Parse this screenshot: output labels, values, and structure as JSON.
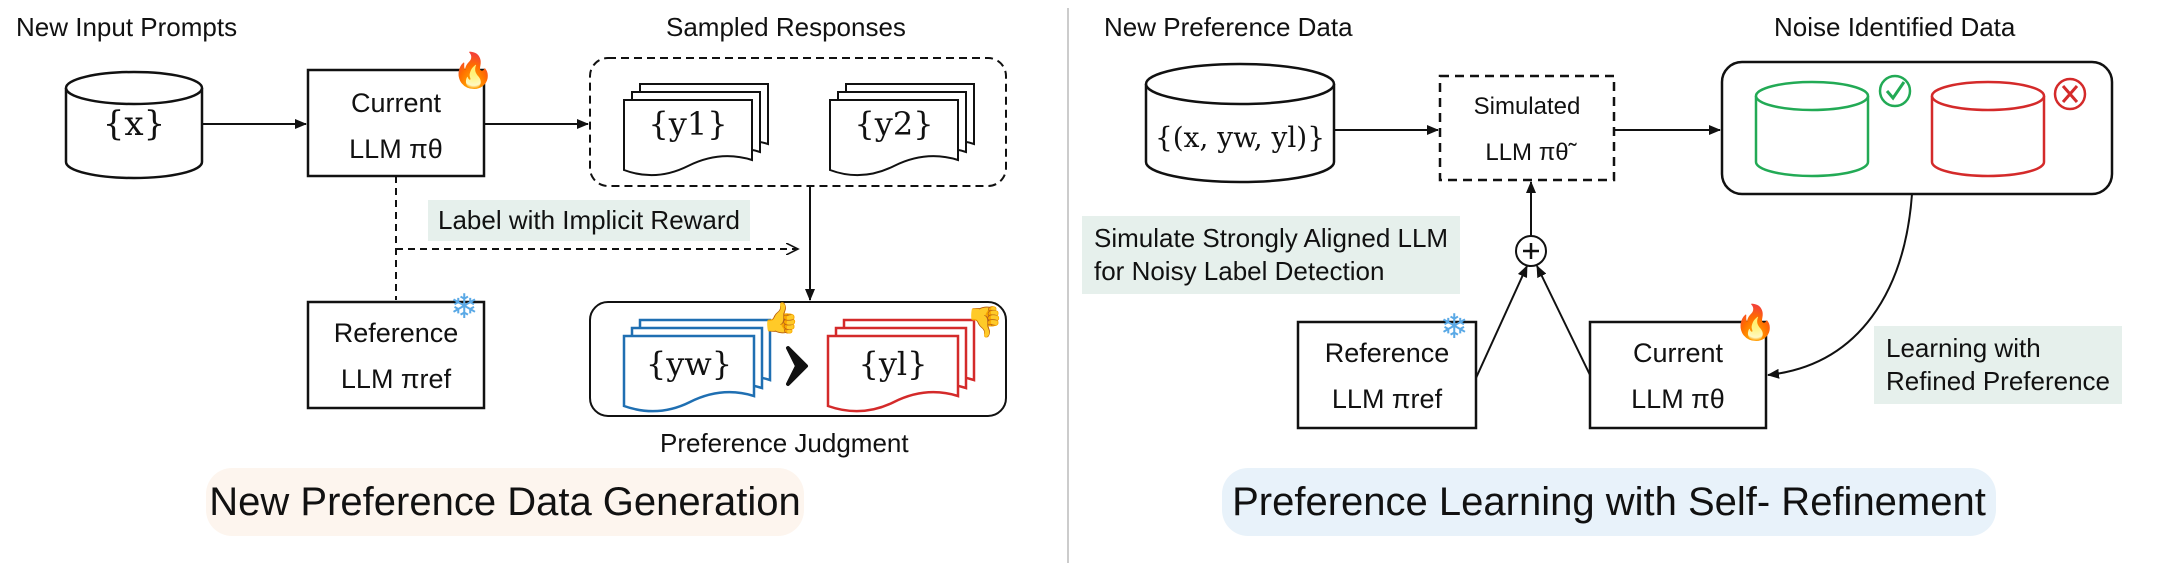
{
  "left": {
    "label_new_input_prompts": "New Input Prompts",
    "label_sampled_responses": "Sampled Responses",
    "current_llm": {
      "line1": "Current",
      "line2": "LLM πθ"
    },
    "reference_llm": {
      "line1": "Reference",
      "line2": "LLM πref"
    },
    "prompt_db": "{x}",
    "response_1": "{y1}",
    "response_2": "{y2}",
    "implicit_reward_note": "Label with Implicit Reward",
    "winner": "{yw}",
    "loser": "{yl}",
    "label_preference_judgment": "Preference Judgment",
    "title": "New Preference Data Generation"
  },
  "right": {
    "label_new_preference_data": "New Preference Data",
    "label_noise_identified": "Noise Identified Data",
    "preference_db": "{(x, yw, yl)}",
    "simulated_llm": {
      "line1": "Simulated",
      "line2": "LLM πθ̃"
    },
    "simulate_note_line1": "Simulate Strongly Aligned LLM",
    "simulate_note_line2": "for Noisy Label Detection",
    "reference_llm": {
      "line1": "Reference",
      "line2": "LLM πref"
    },
    "current_llm": {
      "line1": "Current",
      "line2": "LLM πθ"
    },
    "learning_note_line1": "Learning with",
    "learning_note_line2": "Refined Preference",
    "title": "Preference Learning with Self- Refinement"
  },
  "colors": {
    "winner_blue": "#1f6fb2",
    "loser_red": "#d42a2a",
    "clean_green": "#22aa55",
    "noisy_red": "#d42a2a",
    "note_bg": "#e6f0ec",
    "left_title_bg": "#fdf5ee",
    "right_title_bg": "#e8f2fa"
  },
  "icons": [
    "fire-icon",
    "snowflake-icon",
    "thumbs-up-icon",
    "thumbs-down-icon",
    "check-icon",
    "x-icon",
    "plus-circle-icon"
  ]
}
